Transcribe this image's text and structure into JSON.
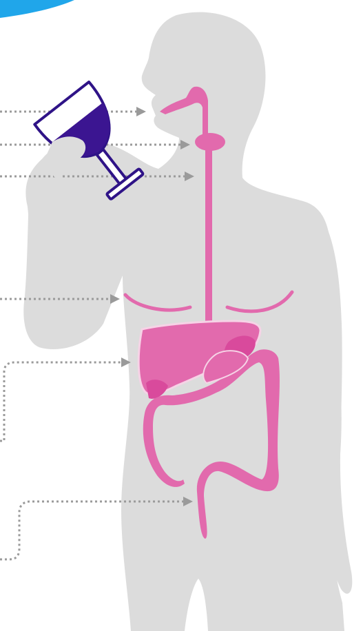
{
  "colors": {
    "background": "#ffffff",
    "body_silhouette": "#dcdcdc",
    "organ_pink": "#e26aad",
    "organ_pink_dark": "#d94a9c",
    "organ_outline": "#f6d3e6",
    "wine": "#3b1591",
    "glass_outline": "#2f1387",
    "glass_fill": "#ffffff",
    "pointer_dots": "#9a9a9a",
    "corner_accent": "#20a6ea"
  },
  "icons": {
    "wine_glass": "wine-glass-icon",
    "arrowhead": "arrowhead-icon"
  },
  "pointers": [
    {
      "target": "mouth"
    },
    {
      "target": "throat"
    },
    {
      "target": "oesophagus"
    },
    {
      "target": "breast"
    },
    {
      "target": "liver"
    },
    {
      "target": "bowel"
    }
  ]
}
